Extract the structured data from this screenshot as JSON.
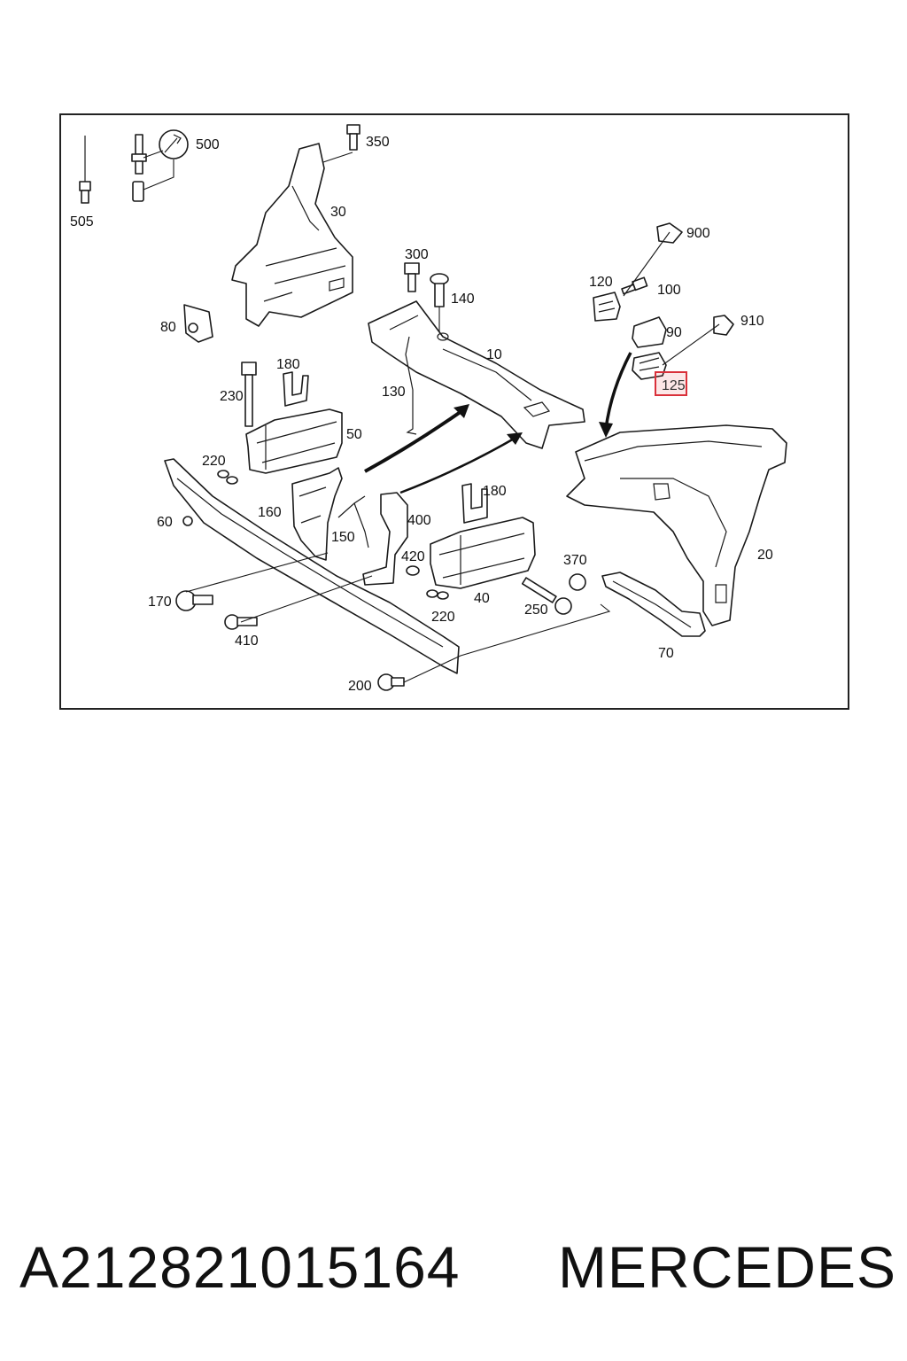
{
  "diagram": {
    "callouts": [
      {
        "id": "505",
        "text": "505"
      },
      {
        "id": "500",
        "text": "500"
      },
      {
        "id": "350",
        "text": "350"
      },
      {
        "id": "30",
        "text": "30"
      },
      {
        "id": "300",
        "text": "300"
      },
      {
        "id": "140",
        "text": "140"
      },
      {
        "id": "80",
        "text": "80"
      },
      {
        "id": "180a",
        "text": "180"
      },
      {
        "id": "10",
        "text": "10"
      },
      {
        "id": "230",
        "text": "230"
      },
      {
        "id": "130",
        "text": "130"
      },
      {
        "id": "50",
        "text": "50"
      },
      {
        "id": "220a",
        "text": "220"
      },
      {
        "id": "60",
        "text": "60"
      },
      {
        "id": "160",
        "text": "160"
      },
      {
        "id": "150",
        "text": "150"
      },
      {
        "id": "400",
        "text": "400"
      },
      {
        "id": "180b",
        "text": "180"
      },
      {
        "id": "420",
        "text": "420"
      },
      {
        "id": "40",
        "text": "40"
      },
      {
        "id": "370",
        "text": "370"
      },
      {
        "id": "170",
        "text": "170"
      },
      {
        "id": "250",
        "text": "250"
      },
      {
        "id": "220b",
        "text": "220"
      },
      {
        "id": "410",
        "text": "410"
      },
      {
        "id": "200",
        "text": "200"
      },
      {
        "id": "70",
        "text": "70"
      },
      {
        "id": "20",
        "text": "20"
      },
      {
        "id": "900",
        "text": "900"
      },
      {
        "id": "120",
        "text": "120"
      },
      {
        "id": "100",
        "text": "100"
      },
      {
        "id": "910",
        "text": "910"
      },
      {
        "id": "90",
        "text": "90"
      }
    ],
    "highlighted": {
      "text": "125",
      "color": "#d9303a"
    }
  },
  "caption": {
    "part_number": "A212821015164",
    "brand": "MERCEDES"
  }
}
